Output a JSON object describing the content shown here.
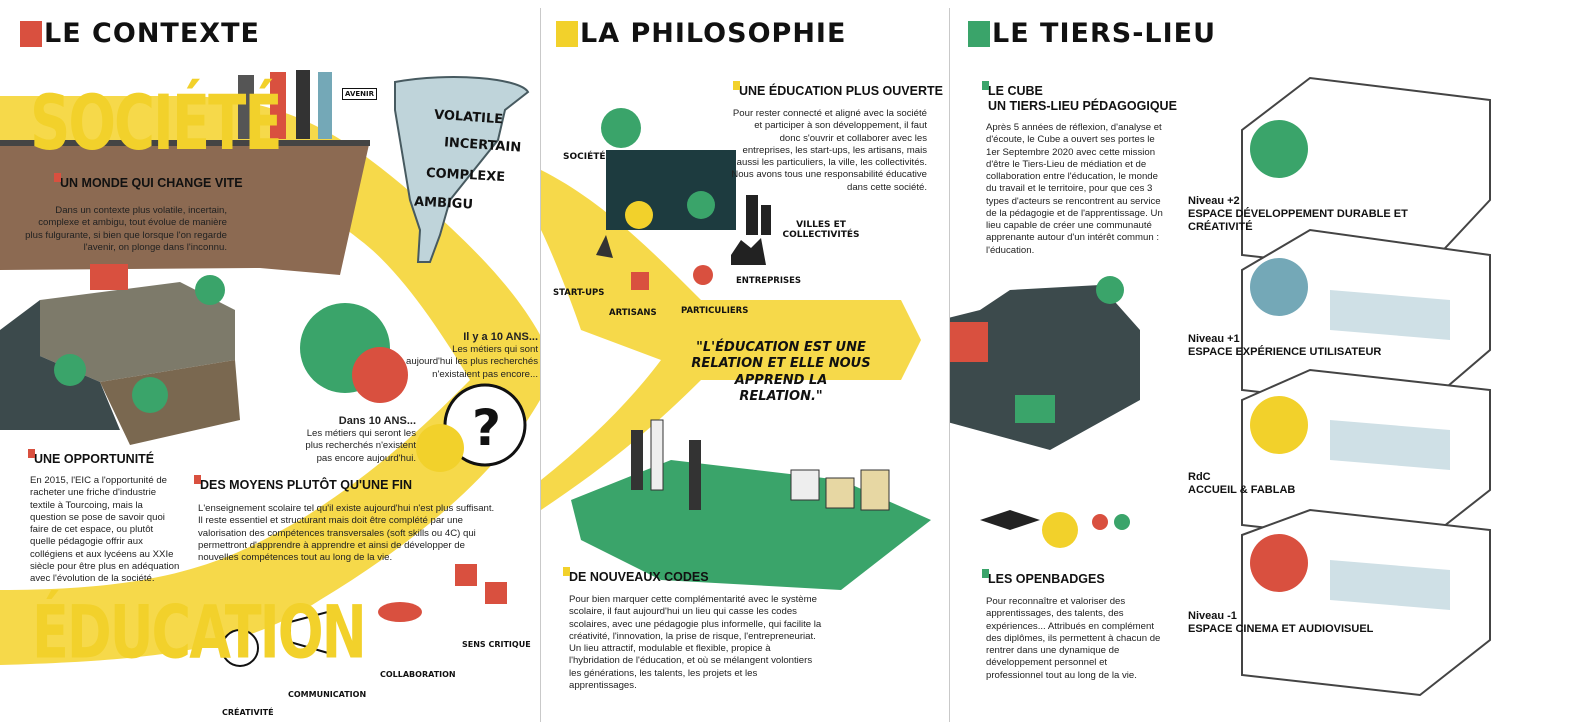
{
  "colors": {
    "accent_red": "#d9503f",
    "accent_yellow": "#f2d12b",
    "accent_green": "#3aa46a",
    "road_yellow": "#f6d94a",
    "teal": "#74a8b7"
  },
  "contexte": {
    "title": "LE CONTEXTE",
    "big_word_top": "SOCIÉTÉ",
    "tornado_words": [
      "VOLATILE",
      "INCERTAIN",
      "COMPLEXE",
      "AMBIGU"
    ],
    "sign_top": "AVENIR",
    "subhead_monde": "UN MONDE QUI CHANGE VITE",
    "text_monde": "Dans un contexte plus volatile, incertain, complexe et ambigu, tout évolue de manière plus fulgurante, si bien que lorsque l'on regarde l'avenir, on plonge dans l'inconnu.",
    "il_y_a_title": "Il y a 10 ANS...",
    "il_y_a_text": "Les métiers qui sont aujourd'hui les plus recherchés n'existaient pas encore...",
    "dans_title": "Dans 10 ANS...",
    "dans_text": "Les métiers qui seront les plus recherchés n'existent pas encore aujourd'hui.",
    "subhead_opportunite": "UNE OPPORTUNITÉ",
    "text_opportunite": "En 2015, l'EIC a l'opportunité de racheter une friche d'industrie textile à Tourcoing, mais la question se pose de savoir quoi faire de cet espace, ou plutôt quelle pédagogie offrir aux collégiens et aux lycéens au XXIe siècle pour être plus en adéquation avec l'évolution de la société.",
    "subhead_moyens": "DES MOYENS PLUTÔT QU'UNE FIN",
    "text_moyens": "L'enseignement scolaire tel qu'il existe aujourd'hui n'est plus suffisant. Il reste essentiel et structurant mais doit être complété par une valorisation des compétences transversales (soft skills ou 4C) qui permettront d'apprendre à apprendre et ainsi de développer de nouvelles compétences tout au long de la vie.",
    "big_word_bottom": "ÉDUCATION",
    "skills": [
      "CRÉATIVITÉ",
      "COMMUNICATION",
      "COLLABORATION",
      "SENS CRITIQUE"
    ]
  },
  "philosophie": {
    "title": "LA PHILOSOPHIE",
    "subhead_education": "UNE ÉDUCATION PLUS OUVERTE",
    "text_education": "Pour rester connecté et aligné avec la société et participer à son développement, il faut donc s'ouvrir et collaborer avec les entreprises, les start-ups, les artisans, mais aussi les particuliers, la ville, les collectivités. Nous avons tous une responsabilité éducative dans cette société.",
    "actors": {
      "societe": "SOCIÉTÉ",
      "villes": "VILLES ET COLLECTIVITÉS",
      "entreprises": "ENTREPRISES",
      "particuliers": "PARTICULIERS",
      "artisans": "ARTISANS",
      "startups": "START-UPS"
    },
    "quote": "\"L'ÉDUCATION EST UNE RELATION ET ELLE NOUS APPREND LA RELATION.\"",
    "subhead_codes": "DE NOUVEAUX CODES",
    "text_codes": "Pour bien marquer cette complémentarité avec le système scolaire, il faut aujourd'hui un lieu qui casse les codes scolaires, avec une pédagogie plus informelle, qui facilite la créativité, l'innovation, la prise de risque, l'entrepreneuriat. Un lieu attractif, modulable et flexible, propice à l'hybridation de l'éducation, et où se mélangent volontiers les générations, les talents, les projets et les apprentissages."
  },
  "tiers_lieu": {
    "title": "LE TIERS-LIEU",
    "subhead_cube_1": "LE CUBE",
    "subhead_cube_2": "UN TIERS-LIEU PÉDAGOGIQUE",
    "text_cube": "Après 5 années de réflexion, d'analyse et d'écoute, le Cube a ouvert ses portes le 1er Septembre 2020 avec cette mission d'être le Tiers-Lieu de médiation et de collaboration entre l'éducation, le monde du travail et le territoire, pour que ces 3 types d'acteurs se rencontrent au service de la pédagogie et de l'apprentissage. Un lieu capable de créer une communauté apprenante autour d'un intérêt commun : l'éducation.",
    "subhead_badges": "LES OPENBADGES",
    "text_badges": "Pour reconnaître et valoriser des apprentissages, des talents, des expériences... Attribués en complément des diplômes, ils permettent à chacun de rentrer dans une dynamique de développement personnel et professionnel tout au long de la vie.",
    "levels": [
      {
        "level": "Niveau +2",
        "name": "ESPACE DÉVELOPPEMENT DURABLE ET CRÉATIVITÉ",
        "icon": "plant-hand-icon"
      },
      {
        "level": "Niveau +1",
        "name": "ESPACE EXPÉRIENCE UTILISATEUR",
        "icon": "head-heart-icon"
      },
      {
        "level": "RdC",
        "name": "ACCUEIL & FABLAB",
        "icon": "3d-printer-icon"
      },
      {
        "level": "Niveau -1",
        "name": "ESPACE CINEMA ET AUDIOVISUEL",
        "icon": "camera-icon"
      }
    ]
  }
}
